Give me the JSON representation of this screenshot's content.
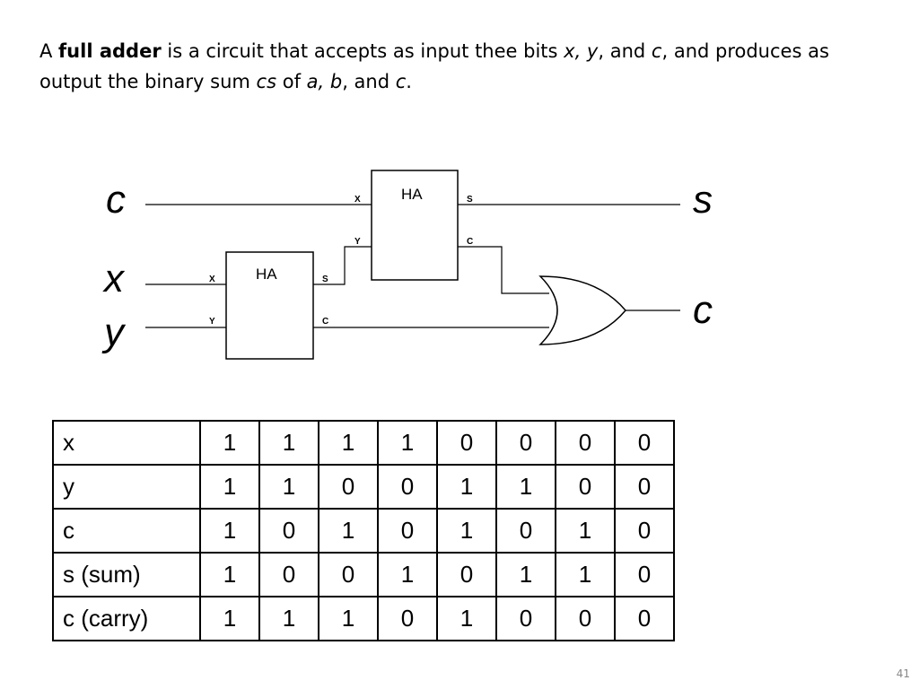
{
  "intro": {
    "p1": "A ",
    "bold": "full adder",
    "p2": " is a circuit that accepts as input thee bits ",
    "i1": "x, y",
    "p3": ", and ",
    "i2": "c",
    "p4": ", and produces as output the binary sum ",
    "i3": "cs",
    "p5": " of ",
    "i4": "a, b",
    "p6": ", and ",
    "i5": "c",
    "p7": "."
  },
  "circuit": {
    "input_c": "c",
    "input_x": "x",
    "input_y": "y",
    "output_s": "s",
    "output_c": "c",
    "ha1": {
      "label": "HA",
      "pin_x": "X",
      "pin_y": "Y",
      "pin_s": "S",
      "pin_c": "C"
    },
    "ha2": {
      "label": "HA",
      "pin_x": "X",
      "pin_y": "Y",
      "pin_s": "S",
      "pin_c": "C"
    },
    "or_gate": "or-gate-icon"
  },
  "table": {
    "rows": [
      {
        "label": "x",
        "values": [
          "1",
          "1",
          "1",
          "1",
          "0",
          "0",
          "0",
          "0"
        ]
      },
      {
        "label": "y",
        "values": [
          "1",
          "1",
          "0",
          "0",
          "1",
          "1",
          "0",
          "0"
        ]
      },
      {
        "label": "c",
        "values": [
          "1",
          "0",
          "1",
          "0",
          "1",
          "0",
          "1",
          "0"
        ]
      },
      {
        "label": "s (sum)",
        "values": [
          "1",
          "0",
          "0",
          "1",
          "0",
          "1",
          "1",
          "0"
        ]
      },
      {
        "label": "c (carry)",
        "values": [
          "1",
          "1",
          "1",
          "0",
          "1",
          "0",
          "0",
          "0"
        ]
      }
    ]
  },
  "slide_number": "41"
}
